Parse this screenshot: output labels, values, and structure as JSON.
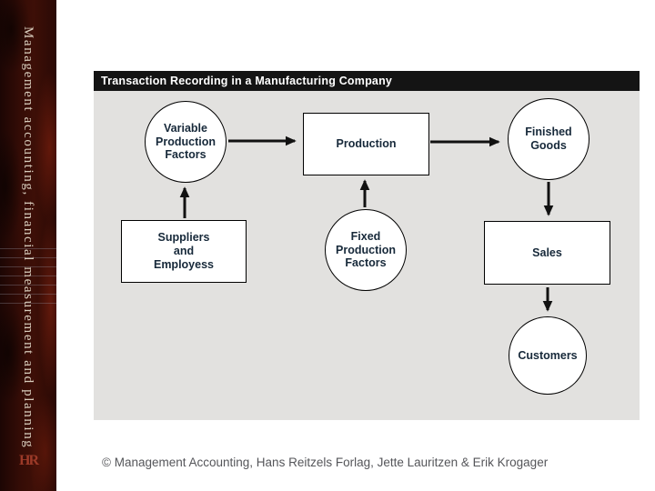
{
  "sidebar": {
    "vertical_text": "Management accounting, financial measurement and planning",
    "logo": "HR"
  },
  "panel": {
    "title": "Transaction Recording in a Manufacturing Company"
  },
  "diagram": {
    "nodes": [
      {
        "id": "variable-production-factors",
        "shape": "circle",
        "label": "Variable\nProduction\nFactors"
      },
      {
        "id": "production",
        "shape": "rectangle",
        "label": "Production"
      },
      {
        "id": "finished-goods",
        "shape": "circle",
        "label": "Finished\nGoods"
      },
      {
        "id": "suppliers-and-employess",
        "shape": "rectangle",
        "label": "Suppliers\nand\nEmployess"
      },
      {
        "id": "fixed-production-factors",
        "shape": "circle",
        "label": "Fixed\nProduction\nFactors"
      },
      {
        "id": "sales",
        "shape": "rectangle",
        "label": "Sales"
      },
      {
        "id": "customers",
        "shape": "circle",
        "label": "Customers"
      }
    ],
    "edges": [
      {
        "from": "variable-production-factors",
        "to": "production",
        "direction": "right"
      },
      {
        "from": "production",
        "to": "finished-goods",
        "direction": "right"
      },
      {
        "from": "suppliers-and-employess",
        "to": "variable-production-factors",
        "direction": "up"
      },
      {
        "from": "fixed-production-factors",
        "to": "production",
        "direction": "up"
      },
      {
        "from": "finished-goods",
        "to": "sales",
        "direction": "down"
      },
      {
        "from": "sales",
        "to": "customers",
        "direction": "down"
      }
    ]
  },
  "caption": "© Management Accounting, Hans Reitzels Forlag, Jette Lauritzen & Erik Krogager",
  "colors": {
    "sidebar_maroon": "#300b06",
    "sidebar_text": "#d8cdbd",
    "logo_red": "#9c3a28",
    "panel_gray": "#e2e1df",
    "title_bar_black": "#141414",
    "title_text": "#ffffff",
    "node_fill": "#ffffff",
    "node_border": "#000000",
    "node_text_navy": "#17293a",
    "arrow_black": "#111111",
    "caption_gray": "#55565a"
  }
}
